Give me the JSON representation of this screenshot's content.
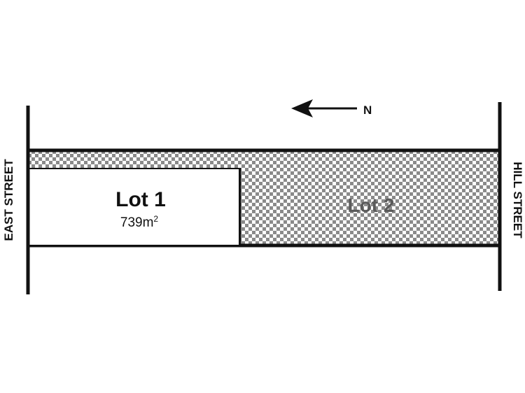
{
  "diagram": {
    "north_label": "N",
    "left_street": "EAST STREET",
    "right_street": "HILL STREET",
    "lot1": {
      "name": "Lot 1",
      "area_value": "739m",
      "area_superscript": "2"
    },
    "lot2": {
      "name": "Lot 2"
    },
    "colors": {
      "line": "#111111",
      "checker_dark": "#8a8a8a",
      "checker_light": "#ffffff",
      "lot2_text": "#5a5a5a"
    },
    "icons": {
      "north_arrow": "arrow-left-icon"
    }
  }
}
